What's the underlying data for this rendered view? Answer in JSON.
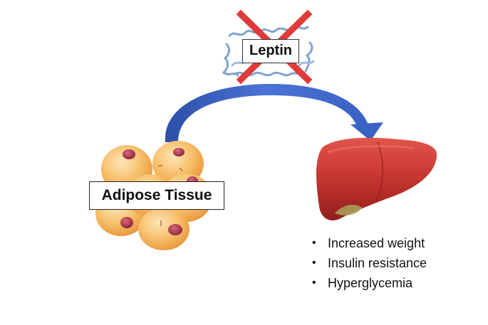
{
  "leptin": {
    "label": "Leptin",
    "crossed_out": true,
    "cross_color": "#e03a3a"
  },
  "adipose": {
    "label": "Adipose Tissue",
    "cell_color": "#f5b65e",
    "nucleus_color": "#a8334a"
  },
  "arrow": {
    "color": "#3a62c4",
    "from": "adipose",
    "to": "liver"
  },
  "liver": {
    "color": "#c0302c",
    "effects": [
      "Increased weight",
      "Insulin resistance",
      "Hyperglycemia"
    ]
  }
}
